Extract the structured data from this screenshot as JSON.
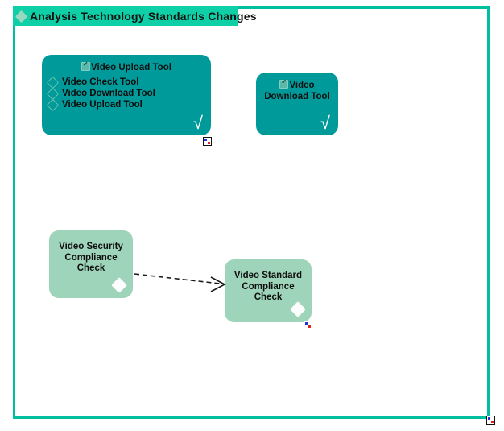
{
  "frame": {
    "title": "Analysis Technology Standards Changes",
    "icon": "grouping-diamond-icon",
    "border_color": "#00bfa0",
    "title_bar_color": "#0ecfa6"
  },
  "palette": {
    "application_component_color": "#009a9a",
    "business_object_color": "#9ed4b9",
    "connector_color": "#1a1a1a"
  },
  "nodes": [
    {
      "id": "video-upload-tool-group",
      "title": "Video Upload Tool",
      "type": "application-component",
      "badge": "check-badge-icon",
      "corner_icon": "check-mark-icon",
      "corner_icon_glyph": "√",
      "children": [
        {
          "label": "Video Check Tool",
          "bullet": "diamond-bullet-icon"
        },
        {
          "label": "Video Download Tool",
          "bullet": "diamond-bullet-icon"
        },
        {
          "label": "Video Upload Tool",
          "bullet": "diamond-bullet-icon"
        }
      ]
    },
    {
      "id": "video-download-tool",
      "title": "Video\nDownload Tool",
      "type": "application-component",
      "badge": "check-badge-icon",
      "corner_icon": "check-mark-icon",
      "corner_icon_glyph": "√"
    },
    {
      "id": "video-security-compliance-check",
      "title": "Video Security\nCompliance Check",
      "type": "business-object",
      "corner_icon": "diamond-icon"
    },
    {
      "id": "video-standard-compliance-check",
      "title": "Video Standard\nCompliance Check",
      "type": "business-object",
      "corner_icon": "diamond-icon"
    }
  ],
  "connectors": [
    {
      "id": "security-to-standard",
      "from": "video-security-compliance-check",
      "to": "video-standard-compliance-check",
      "style": "dashed",
      "arrowhead": "open"
    }
  ],
  "handles": [
    {
      "id": "handle-video-upload-tool-group"
    },
    {
      "id": "handle-video-standard-compliance-check"
    },
    {
      "id": "handle-diagram-frame"
    }
  ]
}
